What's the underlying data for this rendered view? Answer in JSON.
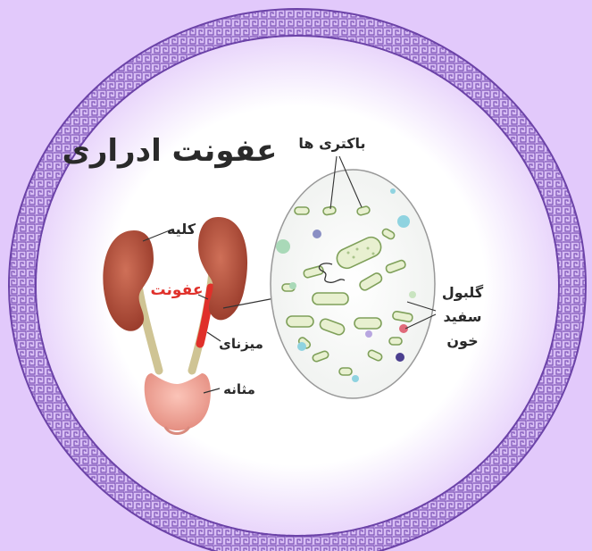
{
  "title": "عفونت ادراری",
  "labels": {
    "kidney": "کلیه",
    "infection": "عفونت",
    "ureter": "میزنای",
    "bladder": "مثانه",
    "bacteria": "باکتری ها",
    "wbc_line1": "گلبول",
    "wbc_line2": "سفید",
    "wbc_line3": "خون"
  },
  "colors": {
    "background": "#e2c9fb",
    "frame": "#8b5fc4",
    "kidney": "#b9533f",
    "infection": "#e0302a",
    "ureter": "#d8cf9c",
    "bladder": "#f0a69a",
    "bacteria_fill": "#e8f0d0",
    "bacteria_stroke": "#7fa05a"
  }
}
